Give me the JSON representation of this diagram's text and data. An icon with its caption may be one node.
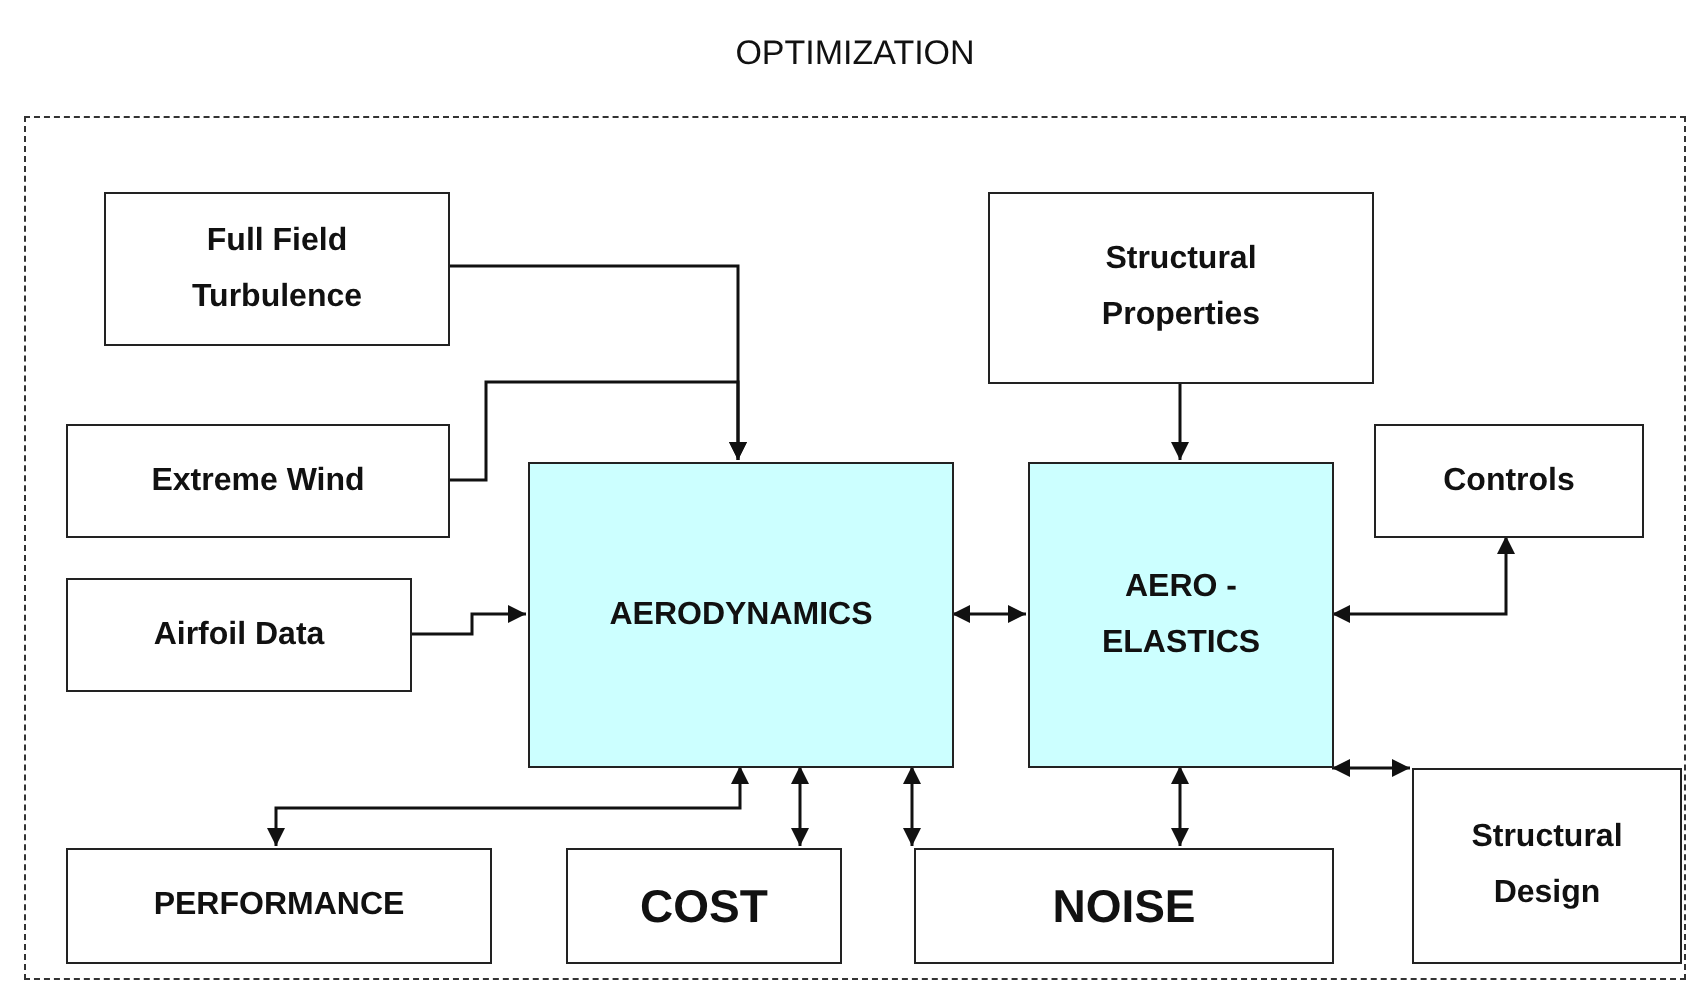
{
  "diagram": {
    "nodes": [
      {
        "text": [
          "OPTIMIZATION"
        ]
      },
      {
        "text": [
          "Full Field Turbulence"
        ],
        "in": 0
      },
      {
        "text": [
          "Extreme Wind"
        ],
        "in": 0
      },
      {
        "text": [
          "Airfoil Data"
        ],
        "in": 0
      },
      {
        "text": [
          "AERODYNAMICS"
        ],
        "in": 0
      },
      {
        "text": [
          "Structural Properties"
        ],
        "in": 0
      },
      {
        "text": [
          "AERO - ELASTICS"
        ],
        "in": 0
      },
      {
        "text": [
          "Controls"
        ],
        "in": 0
      },
      {
        "text": [
          "PERFORMANCE"
        ],
        "in": 0
      },
      {
        "text": [
          "COST"
        ],
        "in": 0
      },
      {
        "text": [
          "NOISE"
        ],
        "in": 0
      },
      {
        "text": [
          "Structural Design"
        ],
        "in": 0
      }
    ],
    "edges": [
      {
        "from": 1,
        "to": 4,
        "arrow": "to"
      },
      {
        "from": 2,
        "to": 4,
        "arrow": "to"
      },
      {
        "from": 3,
        "to": 4,
        "arrow": "to"
      },
      {
        "from": 5,
        "to": 6,
        "arrow": "to"
      },
      {
        "from": 4,
        "to": 6,
        "arrow": "both"
      },
      {
        "from": 6,
        "to": 7,
        "arrow": "both"
      },
      {
        "from": 4,
        "to": 8,
        "arrow": "both"
      },
      {
        "from": 4,
        "to": 9,
        "arrow": "both"
      },
      {
        "from": 4,
        "to": 10,
        "arrow": "both"
      },
      {
        "from": 6,
        "to": 10,
        "arrow": "both"
      },
      {
        "from": 6,
        "to": 11,
        "arrow": "both"
      }
    ]
  }
}
